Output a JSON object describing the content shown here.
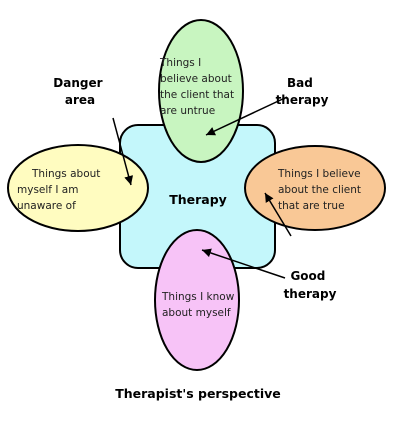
{
  "diagram": {
    "center_label": "Therapy",
    "caption": "Therapist's perspective",
    "ellipses": {
      "top": {
        "lines": [
          "Things I",
          "believe about",
          "the client that",
          "are untrue"
        ],
        "fill": "#c8f5c0"
      },
      "left": {
        "lines": [
          "Things about",
          "myself I am",
          "unaware of"
        ],
        "fill": "#fffcc0"
      },
      "right": {
        "lines": [
          "Things I believe",
          "about the client",
          "that are true"
        ],
        "fill": "#f9c896"
      },
      "bottom": {
        "lines": [
          "Things I know",
          "about myself"
        ],
        "fill": "#f7c3f7"
      }
    },
    "center_fill": "#c4f7fb",
    "callouts": {
      "danger": {
        "lines": [
          "Danger",
          "area"
        ]
      },
      "bad": {
        "lines": [
          "Bad",
          "therapy"
        ]
      },
      "good": {
        "lines": [
          "Good",
          "therapy"
        ]
      }
    }
  }
}
